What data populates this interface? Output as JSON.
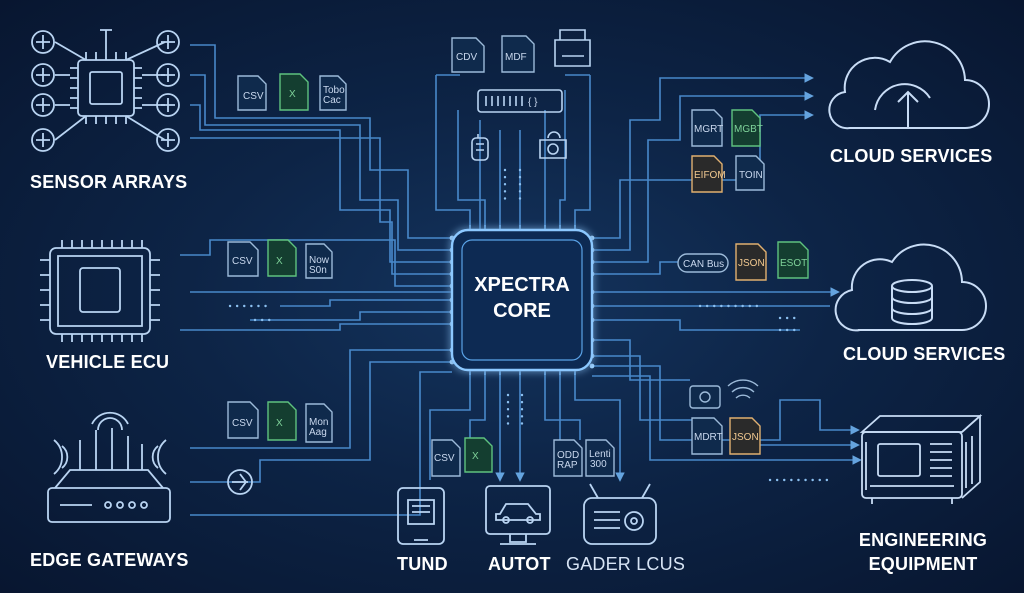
{
  "core": {
    "line1": "XPECTRA",
    "line2": "CORE"
  },
  "sources": {
    "sensor_arrays": "SENSOR ARRAYS",
    "vehicle_ecu": "VEHICLE ECU",
    "edge_gateways": "EDGE GATEWAYS"
  },
  "destinations": {
    "cloud_services_1": "CLOUD SERVICES",
    "cloud_services_2": "CLOUD SERVICES",
    "engineering_line1": "ENGINEERING",
    "engineering_line2": "EQUIPMENT"
  },
  "bottom": {
    "tund": "TUND",
    "autot": "AUTOT",
    "gader": "GADER LCUS"
  },
  "file_labels": {
    "left1_csv": "CSV",
    "left1_xls": "X",
    "left1_text_a": "Tobo",
    "left1_text_b": "Cac",
    "left2_csv": "CSV",
    "left2_xls": "X",
    "left2_text_a": "Now",
    "left2_text_b": "S0n",
    "left3_csv": "CSV",
    "left3_xls": "X",
    "left3_text_a": "Mon",
    "left3_text_b": "Aag",
    "top_cdv": "CDV",
    "top_mdf": "MDF",
    "top_hub": "{ }",
    "right1_mgrt": "MGRT",
    "right1_mgbt": "MGBT",
    "right1_eifom": "EIFOM",
    "right1_toin": "TOIN",
    "right2_canbus": "CAN Bus",
    "right2_json": "JSON",
    "right2_esot": "ESOT",
    "right3_mdrt": "MDRT",
    "right3_json": "JSON",
    "bottom_csv": "CSV",
    "bottom_xls": "X",
    "bottom_odd": "ODD",
    "bottom_rap": "RAP",
    "bottom_lenti": "Lenti",
    "bottom_300": "300"
  },
  "colors": {
    "background": "#0d2446",
    "line": "#5aa2e6",
    "glow": "#8cc8ff",
    "excel": "#1f7a44",
    "text": "#ffffff"
  }
}
